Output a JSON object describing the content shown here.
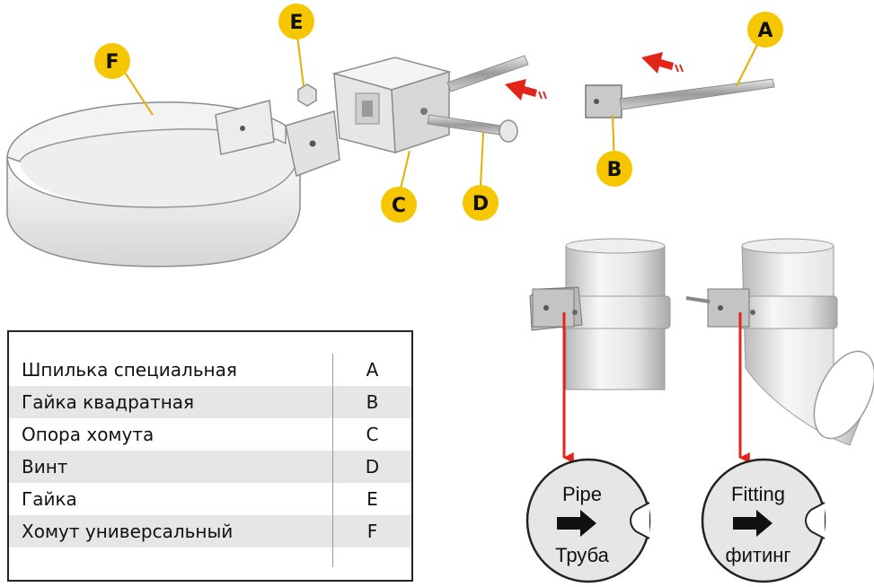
{
  "callouts": [
    "A",
    "B",
    "C",
    "D",
    "E",
    "F"
  ],
  "parts": [
    {
      "name": "Шпилька специальная",
      "code": "A"
    },
    {
      "name": "Гайка квадратная",
      "code": "B"
    },
    {
      "name": "Опора хомута",
      "code": "C"
    },
    {
      "name": "Винт",
      "code": "D"
    },
    {
      "name": "Гайка",
      "code": "E"
    },
    {
      "name": "Хомут универсальный",
      "code": "F"
    }
  ],
  "details": [
    {
      "line1": "Pipe",
      "line2": "Труба"
    },
    {
      "line1": "Fitting",
      "line2": "фитинг"
    }
  ],
  "colors": {
    "callout_fill": "#f6c700",
    "arrow": "#e3241b"
  }
}
